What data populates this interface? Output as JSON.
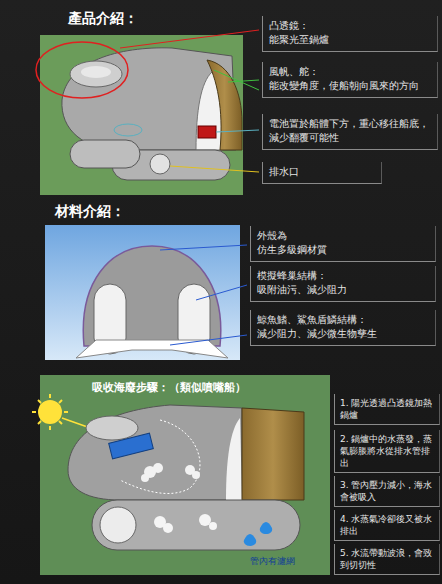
{
  "diagram": {
    "nodes": [
      {
        "text": [
          "凸透鏡：",
          "能聚光至鍋爐"
        ]
      },
      {
        "text": [
          "風帆、舵：",
          "能改變角度，使船朝向風來的方向"
        ]
      },
      {
        "text": [
          "電池置於船體下方，重心移往船底，減少翻覆可能性"
        ]
      },
      {
        "text": [
          "排水口"
        ]
      },
      {
        "text": [
          "外殼為",
          "仿生多級鋼材質"
        ]
      },
      {
        "text": [
          "模擬蜂巢結構：",
          "吸附油污、減少阻力"
        ]
      },
      {
        "text": [
          "鯨魚鰭、鯊魚盾鱗結構：",
          "減少阻力、減少微生物孳生"
        ]
      },
      {
        "text": [
          "1. 陽光透過凸透鏡加熱鍋爐"
        ]
      },
      {
        "text": [
          "2. 鍋爐中的水蒸發，蒸氣膨脹將水從排水管排出"
        ]
      },
      {
        "text": [
          "3. 管內壓力減小，海水會被吸入"
        ]
      },
      {
        "text": [
          "4. 水蒸氣冷卻後又被水排出"
        ]
      },
      {
        "text": [
          "5. 水流帶動波浪，會致到切切性"
        ]
      }
    ],
    "labels": [
      "產品介紹：",
      "材料介紹：",
      "吸收海廢步驟：（類似噴嘴船）",
      "管內有濾網"
    ]
  }
}
